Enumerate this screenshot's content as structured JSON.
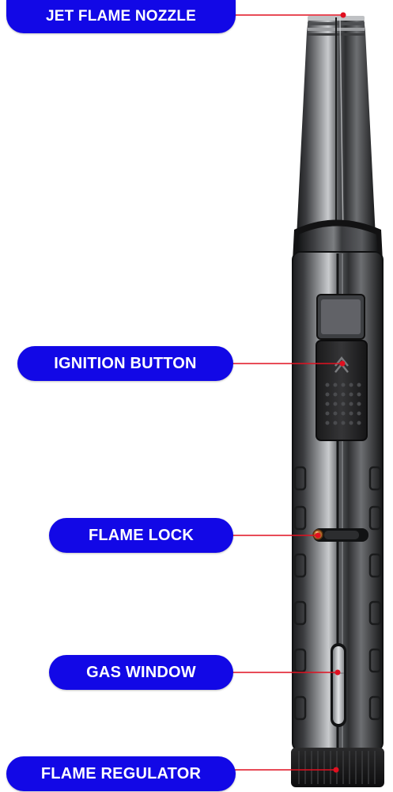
{
  "labels": {
    "nozzle": "JET FLAME NOZZLE",
    "ignition": "IGNITION BUTTON",
    "lock": "FLAME LOCK",
    "gas": "GAS WINDOW",
    "regulator": "FLAME REGULATOR"
  },
  "colors": {
    "callout_bg": "#1208e6",
    "callout_text": "#ffffff",
    "leader_line": "#e01020",
    "body_dark": "#2a2b2d",
    "body_mid": "#5b5d60",
    "body_light": "#c4c6c9"
  }
}
